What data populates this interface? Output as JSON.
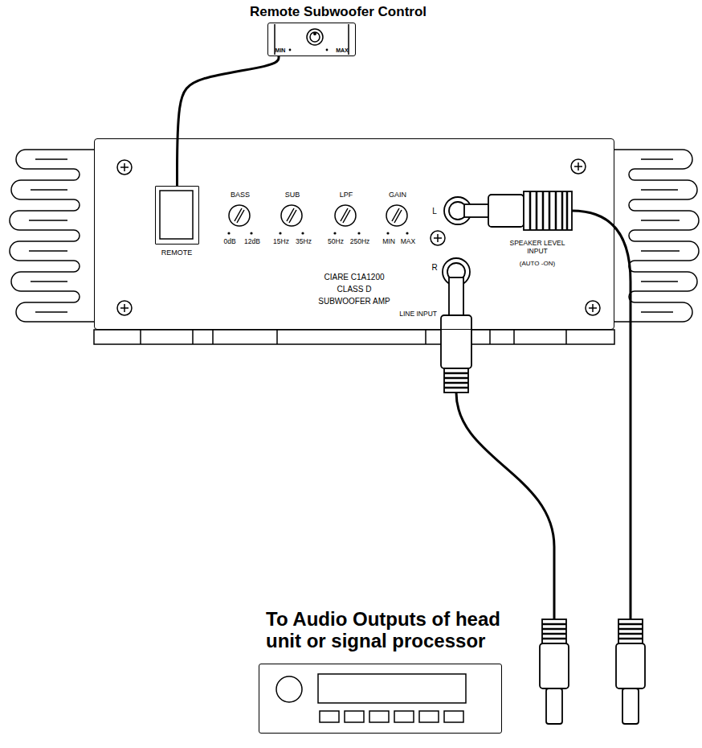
{
  "diagram": {
    "nodes": [
      {
        "text": [
          "Remote Subwoofer Control",
          "MIN",
          "MAX"
        ]
      },
      {
        "text": [
          "BASS",
          "0dB",
          "12dB",
          "SUB",
          "15Hz",
          "35Hz",
          "LPF",
          "50Hz",
          "250Hz",
          "GAIN",
          "MIN",
          "MAX",
          "L",
          "R",
          "SPEAKER LEVEL INPUT",
          "(AUTO -ON)",
          "CIARE C1A1200 CLASS D SUBWOOFER AMP",
          "LINE INPUT"
        ]
      },
      {
        "text": [
          "REMOTE"
        ],
        "in": 1
      },
      {
        "text": [
          "To Audio Outputs of head unit or signal processor"
        ]
      }
    ],
    "edges": [
      {
        "from": 0,
        "to": 2,
        "arrow": "none"
      }
    ]
  }
}
